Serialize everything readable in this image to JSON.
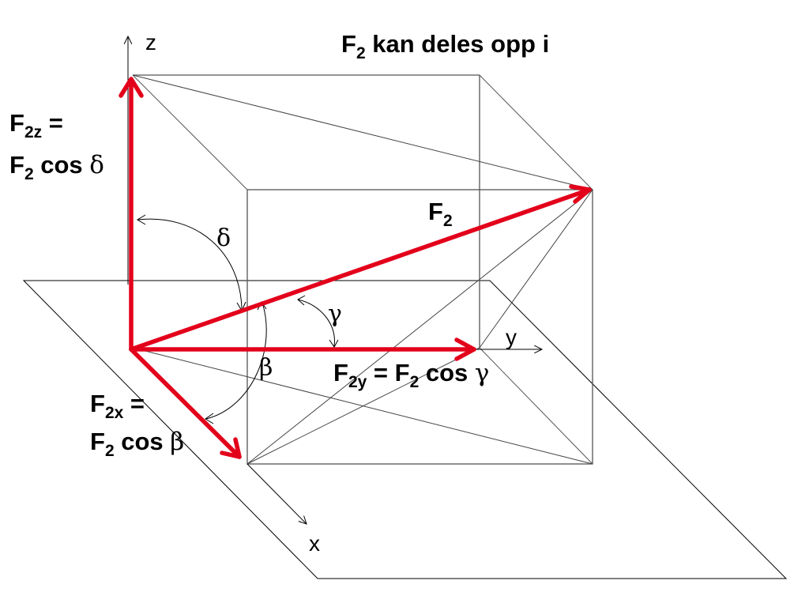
{
  "title": {
    "base": "F",
    "sub": "2",
    "rest": " kan deles opp i"
  },
  "axes": {
    "z": "z",
    "y": "y",
    "x": "x"
  },
  "vectors": {
    "f2": {
      "base": "F",
      "sub": "2"
    },
    "f2z": {
      "line1_base": "F",
      "line1_sub": "2z",
      "line1_rest": " =",
      "line2_base": "F",
      "line2_sub": "2",
      "line2_rest": " cos ",
      "line2_greek": "δ"
    },
    "f2y": {
      "base": "F",
      "sub": "2y",
      "mid": " = F",
      "sub2": "2",
      "rest": " cos ",
      "greek": "γ"
    },
    "f2x": {
      "line1_base": "F",
      "line1_sub": "2x",
      "line1_rest": " =",
      "line2_base": "F",
      "line2_sub": "2",
      "line2_rest": " cos ",
      "line2_greek": "β"
    }
  },
  "angles": {
    "delta": "δ",
    "gamma": "γ",
    "beta": "β"
  },
  "colors": {
    "vector": "#e3001b",
    "edge": "#555555",
    "outline": "#000000"
  }
}
